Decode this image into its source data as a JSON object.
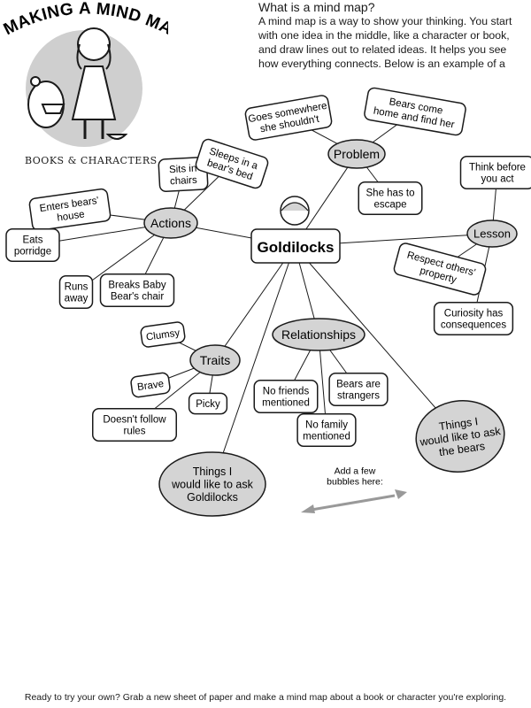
{
  "header": {
    "logo_title": "MAKING A MIND MAP:",
    "logo_subtitle": "BOOKS & CHARACTERS"
  },
  "intro": {
    "heading": "What is a mind map?",
    "body": "A mind map is a way to show your thinking. You start with one idea in the middle, like a character or book, and draw lines out to related ideas. It helps you see how everything connects. Below is an example of a"
  },
  "map": {
    "center": "Goldilocks",
    "branches": [
      {
        "id": "actions",
        "label": [
          "Actions"
        ],
        "items": [
          [
            "Sits in",
            "chairs"
          ],
          [
            "Sleeps in a",
            "bear's bed"
          ],
          [
            "Enters bears'",
            "house"
          ],
          [
            "Eats",
            "porridge"
          ],
          [
            "Runs",
            "away"
          ],
          [
            "Breaks Baby",
            "Bear's chair"
          ]
        ]
      },
      {
        "id": "problem",
        "label": [
          "Problem"
        ],
        "items": [
          [
            "Goes somewhere",
            "she shouldn't"
          ],
          [
            "Bears come",
            "home and find her"
          ],
          [
            "She has to",
            "escape"
          ]
        ]
      },
      {
        "id": "lesson",
        "label": [
          "Lesson"
        ],
        "items": [
          [
            "Think before",
            "you act"
          ],
          [
            "Respect others'",
            "property"
          ],
          [
            "Curiosity has",
            "consequences"
          ]
        ]
      },
      {
        "id": "relationships",
        "label": [
          "Relationships"
        ],
        "items": [
          [
            "No friends",
            "mentioned"
          ],
          [
            "Bears are",
            "strangers"
          ],
          [
            "No family",
            "mentioned"
          ]
        ]
      },
      {
        "id": "traits",
        "label": [
          "Traits"
        ],
        "items": [
          [
            "Clumsy"
          ],
          [
            "Brave"
          ],
          [
            "Picky"
          ],
          [
            "Doesn't follow",
            "rules"
          ]
        ]
      },
      {
        "id": "ask-goldilocks",
        "label": [
          "Things I",
          "would like to ask",
          "Goldilocks"
        ],
        "items": []
      },
      {
        "id": "ask-bears",
        "label": [
          "Things I",
          "would like to ask",
          "the bears"
        ],
        "items": []
      }
    ],
    "hint": [
      "Add a few",
      "bubbles here:"
    ]
  },
  "footer": "Ready to try your own? Grab a new sheet of paper and make a mind map about a book or character you're exploring.",
  "colors": {
    "oval_fill": "#d4d4d4",
    "stroke": "#1a1a1a",
    "logo_circle": "#cfcfcf"
  }
}
